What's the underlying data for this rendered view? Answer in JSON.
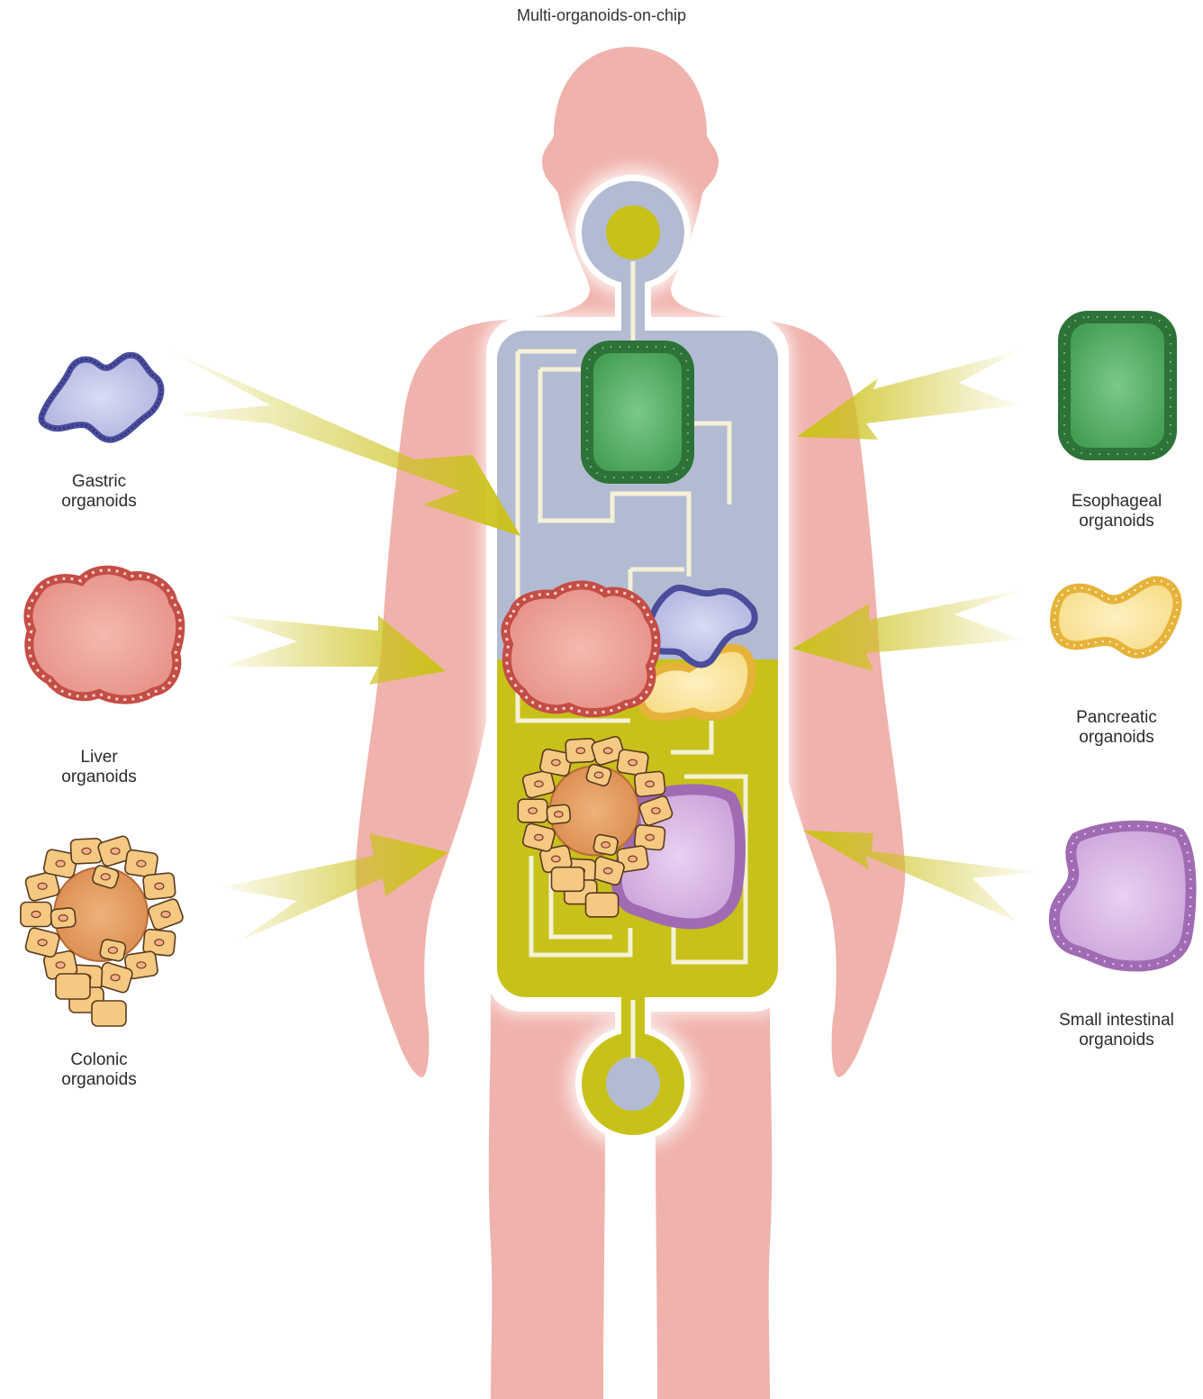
{
  "title": "Multi-organoids-on-chip",
  "labels": {
    "gastric": [
      "Gastric",
      "organoids"
    ],
    "liver": [
      "Liver",
      "organoids"
    ],
    "colonic": [
      "Colonic",
      "organoids"
    ],
    "esophageal": [
      "Esophageal",
      "organoids"
    ],
    "pancreatic": [
      "Pancreatic",
      "organoids"
    ],
    "small_intestinal": [
      "Small intestinal",
      "organoids"
    ]
  },
  "colors": {
    "body": "#f0b2ac",
    "chip_upper": "#b3bbd3",
    "chip_lower": "#c8c11a",
    "channel": "#f4f1d6",
    "arrow": "#cbc21a",
    "gastric": "#5a5ca8",
    "liver": "#d9635a",
    "colonic": "#f2c67a",
    "esophageal": "#3e8f46",
    "pancreatic": "#f1cf52",
    "small_intestinal": "#b47dc4"
  }
}
